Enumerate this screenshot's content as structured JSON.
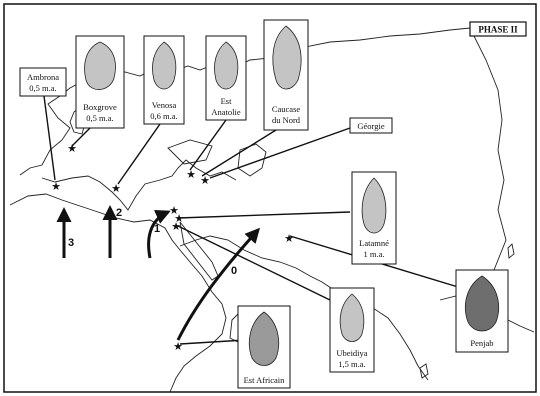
{
  "phase_title": "PHASE II",
  "sites": [
    {
      "id": "ambrona",
      "label_lines": [
        "Ambrona",
        "0,5 m.a."
      ]
    },
    {
      "id": "boxgrove",
      "label_lines": [
        "Boxgrove",
        "0,5 m.a."
      ]
    },
    {
      "id": "venosa",
      "label_lines": [
        "Venosa",
        "0,6 m.a."
      ]
    },
    {
      "id": "est-anatolie",
      "label_lines": [
        "Est",
        "Anatolie"
      ]
    },
    {
      "id": "caucase",
      "label_lines": [
        "Caucase",
        "du Nord"
      ]
    },
    {
      "id": "georgie",
      "label_lines": [
        "Géorgie"
      ]
    },
    {
      "id": "latamne",
      "label_lines": [
        "Latamné",
        "1 m.a."
      ]
    },
    {
      "id": "penjab",
      "label_lines": [
        "Penjab"
      ]
    },
    {
      "id": "ubeidiya",
      "label_lines": [
        "Ubeidiya",
        "1,5 m.a."
      ]
    },
    {
      "id": "est-africain",
      "label_lines": [
        "Est Africain"
      ]
    }
  ],
  "route_numbers": [
    "0",
    "1",
    "2",
    "3"
  ],
  "icons": {
    "site_marker": "star-icon",
    "hand_axe": "hand-axe-icon",
    "route": "arrow-icon"
  },
  "colors": {
    "line": "#111111",
    "land": "#ffffff",
    "tool_fill": "#bdbdbd"
  }
}
